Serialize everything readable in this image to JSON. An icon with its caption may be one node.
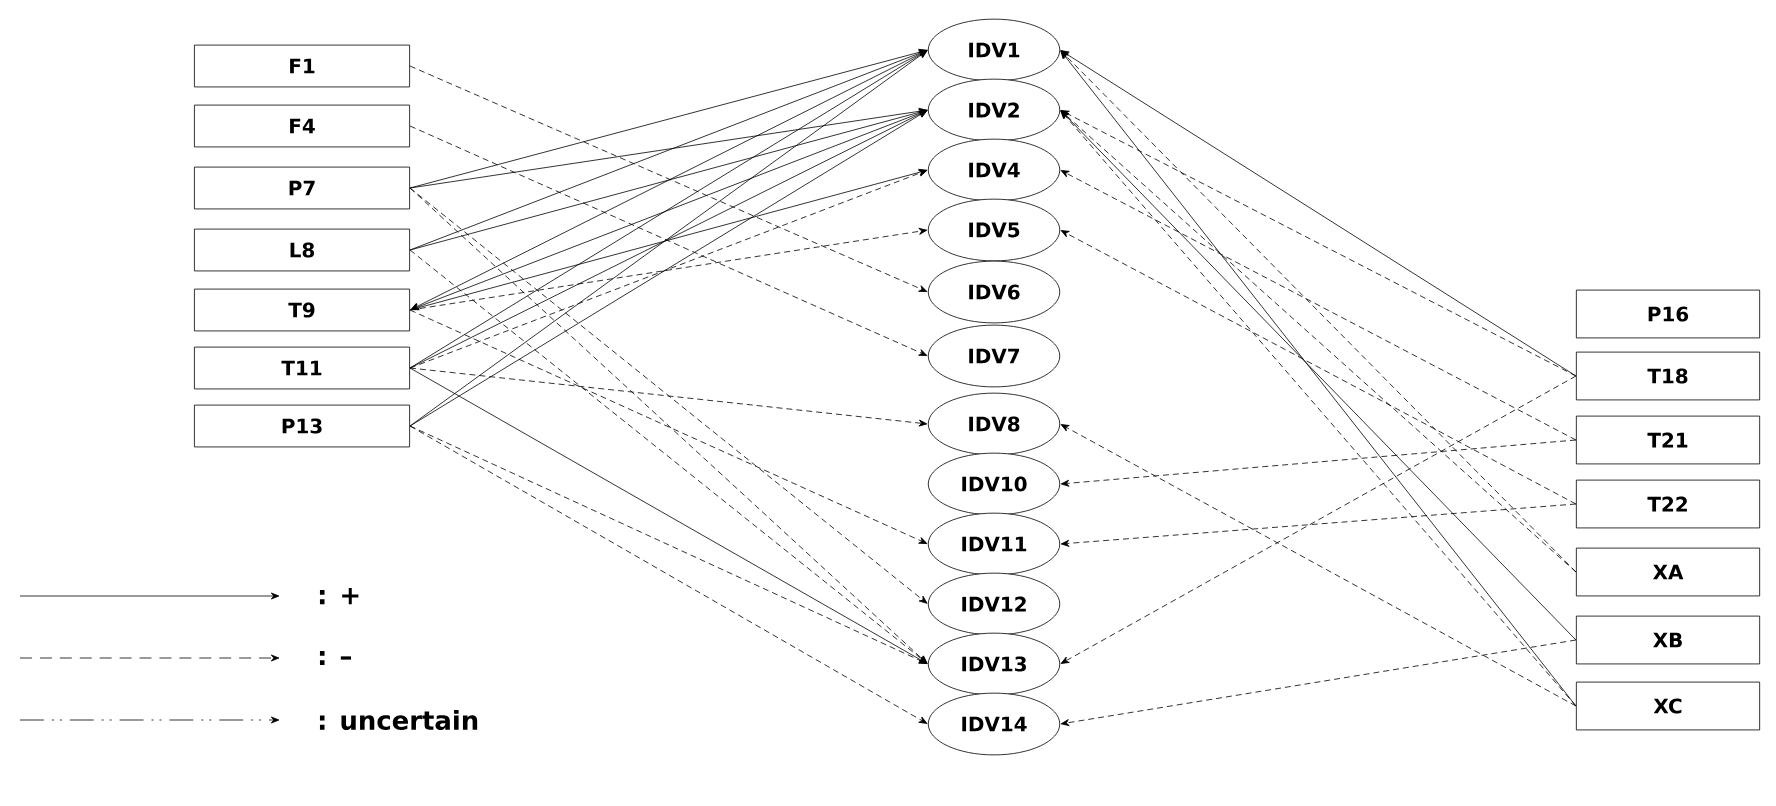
{
  "diagram": {
    "nodes": [
      {
        "text": [
          "F1"
        ]
      },
      {
        "text": [
          "F4"
        ]
      },
      {
        "text": [
          "P7"
        ]
      },
      {
        "text": [
          "L8"
        ]
      },
      {
        "text": [
          "T9"
        ]
      },
      {
        "text": [
          "T11"
        ]
      },
      {
        "text": [
          "P13"
        ]
      },
      {
        "text": [
          "IDV1"
        ]
      },
      {
        "text": [
          "IDV2"
        ]
      },
      {
        "text": [
          "IDV4"
        ]
      },
      {
        "text": [
          "IDV5"
        ]
      },
      {
        "text": [
          "IDV6"
        ]
      },
      {
        "text": [
          "IDV7"
        ]
      },
      {
        "text": [
          "IDV8"
        ]
      },
      {
        "text": [
          "IDV10"
        ]
      },
      {
        "text": [
          "IDV11"
        ]
      },
      {
        "text": [
          "IDV12"
        ]
      },
      {
        "text": [
          "IDV13"
        ]
      },
      {
        "text": [
          "IDV14"
        ]
      },
      {
        "text": [
          "P16"
        ]
      },
      {
        "text": [
          "T18"
        ]
      },
      {
        "text": [
          "T21"
        ]
      },
      {
        "text": [
          "T22"
        ]
      },
      {
        "text": [
          "XA"
        ]
      },
      {
        "text": [
          "XB"
        ]
      },
      {
        "text": [
          "XC"
        ]
      }
    ],
    "edges": [
      {
        "from": 0,
        "to": 11,
        "arrow": "to",
        "style": "dashed"
      },
      {
        "from": 1,
        "to": 12,
        "arrow": "to",
        "style": "dashed"
      },
      {
        "from": 2,
        "to": 7,
        "arrow": "to"
      },
      {
        "from": 2,
        "to": 8,
        "arrow": "to"
      },
      {
        "from": 2,
        "to": 16,
        "arrow": "to",
        "style": "dashed"
      },
      {
        "from": 2,
        "to": 17,
        "arrow": "to",
        "style": "dashed"
      },
      {
        "from": 3,
        "to": 7,
        "arrow": "to"
      },
      {
        "from": 3,
        "to": 8,
        "arrow": "to"
      },
      {
        "from": 3,
        "to": 17,
        "arrow": "to",
        "style": "dashed"
      },
      {
        "from": 7,
        "to": 4,
        "arrow": "to"
      },
      {
        "from": 8,
        "to": 4,
        "arrow": "to"
      },
      {
        "from": 4,
        "to": 9,
        "arrow": "to"
      },
      {
        "from": 4,
        "to": 10,
        "arrow": "to",
        "style": "dashed"
      },
      {
        "from": 4,
        "to": 15,
        "arrow": "to",
        "style": "dashed"
      },
      {
        "from": 5,
        "to": 7,
        "arrow": "to"
      },
      {
        "from": 5,
        "to": 8,
        "arrow": "to"
      },
      {
        "from": 5,
        "to": 9,
        "arrow": "to",
        "style": "dashed"
      },
      {
        "from": 5,
        "to": 13,
        "arrow": "to",
        "style": "dashed"
      },
      {
        "from": 5,
        "to": 17,
        "arrow": "to"
      },
      {
        "from": 6,
        "to": 7,
        "arrow": "to"
      },
      {
        "from": 6,
        "to": 8,
        "arrow": "to"
      },
      {
        "from": 6,
        "to": 17,
        "arrow": "to",
        "style": "dashed"
      },
      {
        "from": 6,
        "to": 18,
        "arrow": "to",
        "style": "dashed"
      },
      {
        "from": 20,
        "to": 7,
        "arrow": "to"
      },
      {
        "from": 20,
        "to": 8,
        "arrow": "to",
        "style": "dashed"
      },
      {
        "from": 20,
        "to": 17,
        "arrow": "to",
        "style": "dashed"
      },
      {
        "from": 21,
        "to": 9,
        "arrow": "to",
        "style": "dashed"
      },
      {
        "from": 21,
        "to": 14,
        "arrow": "to",
        "style": "dashed"
      },
      {
        "from": 22,
        "to": 10,
        "arrow": "to",
        "style": "dashed"
      },
      {
        "from": 22,
        "to": 15,
        "arrow": "to",
        "style": "dashed"
      },
      {
        "from": 23,
        "to": 7,
        "arrow": "to",
        "style": "dashed"
      },
      {
        "from": 23,
        "to": 8,
        "arrow": "to",
        "style": "dashed"
      },
      {
        "from": 24,
        "to": 8,
        "arrow": "to"
      },
      {
        "from": 24,
        "to": 18,
        "arrow": "to",
        "style": "dashed"
      },
      {
        "from": 25,
        "to": 7,
        "arrow": "to"
      },
      {
        "from": 25,
        "to": 8,
        "arrow": "to",
        "style": "dashed"
      },
      {
        "from": 25,
        "to": 13,
        "arrow": "to",
        "style": "dashed"
      }
    ],
    "legend": [
      {
        "text": ": +"
      },
      {
        "text": ": –"
      },
      {
        "text": ": uncertain"
      }
    ]
  }
}
